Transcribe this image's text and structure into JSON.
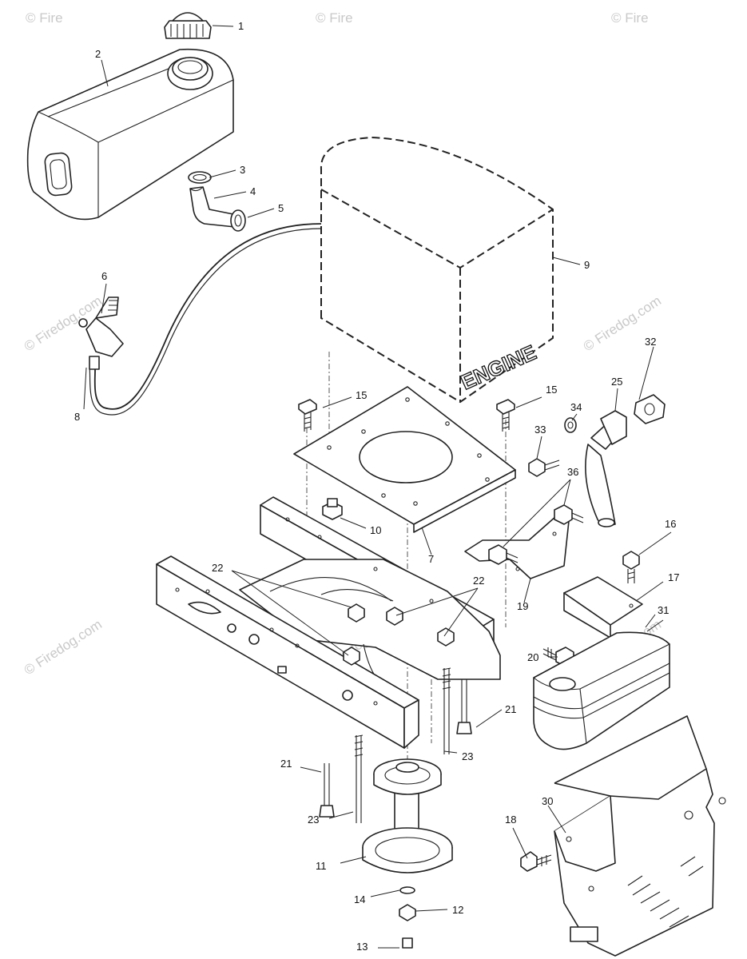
{
  "watermark": {
    "text": "© Firedog.com",
    "corner_text": "© Fire"
  },
  "engine_label": "ENGINE",
  "callouts": {
    "p1": "1",
    "p2": "2",
    "p3": "3",
    "p4": "4",
    "p5": "5",
    "p6": "6",
    "p7": "7",
    "p8": "8",
    "p9": "9",
    "p10": "10",
    "p11": "11",
    "p12": "12",
    "p13": "13",
    "p14": "14",
    "p15a": "15",
    "p15b": "15",
    "p16": "16",
    "p17": "17",
    "p18": "18",
    "p19": "19",
    "p20": "20",
    "p21a": "21",
    "p21b": "21",
    "p22a": "22",
    "p22b": "22",
    "p23a": "23",
    "p23b": "23",
    "p25": "25",
    "p30": "30",
    "p31": "31",
    "p32": "32",
    "p33": "33",
    "p34": "34",
    "p36": "36"
  }
}
